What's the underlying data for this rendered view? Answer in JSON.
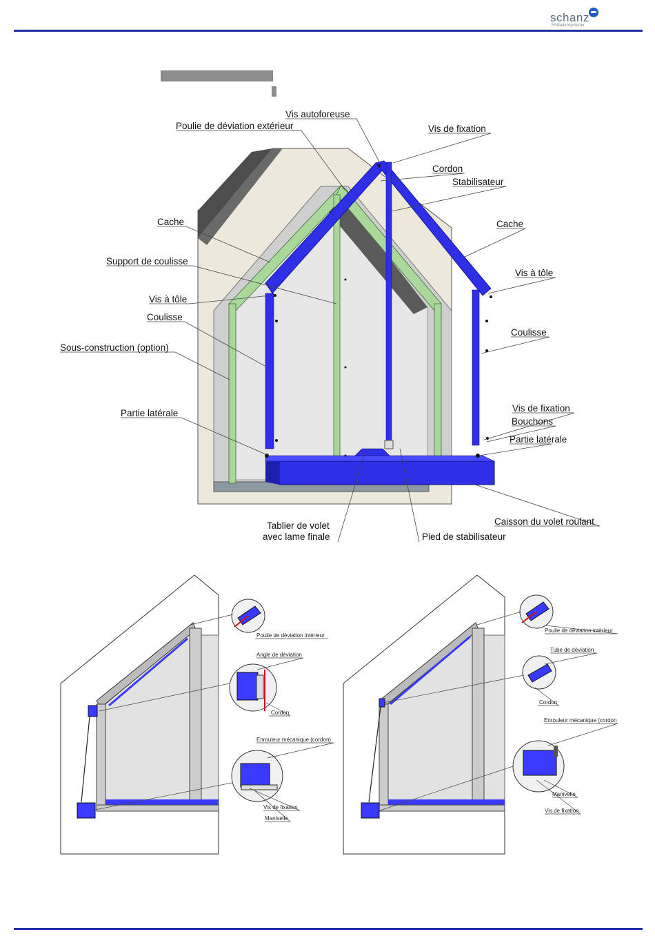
{
  "brand": {
    "name": "schanz",
    "tagline": "Rollladensysteme"
  },
  "main_labels": {
    "vis_autoforeuse": "Vis autoforeuse",
    "poulie_exterieur": "Poulie de déviation extérieur",
    "vis_fixation_top": "Vis de fixation",
    "cordon": "Cordon",
    "stabilisateur": "Stabilisateur",
    "cache_left": "Cache",
    "cache_right": "Cache",
    "support_coulisse": "Support de coulisse",
    "vis_tole_left": "Vis à tôle",
    "vis_tole_right": "Vis à tôle",
    "coulisse_left": "Coulisse",
    "coulisse_right": "Coulisse",
    "sous_construction": "Sous-construction (option)",
    "partie_laterale_left": "Partie latérale",
    "partie_laterale_right": "Partie latérale",
    "vis_fixation_right": "Vis de fixation",
    "bouchons": "Bouchons",
    "tablier_line1": "Tablier de volet",
    "tablier_line2": "avec lame finale",
    "pied_stabilisateur": "Pied de stabilisateur",
    "caisson": "Caisson du volet roulant"
  },
  "detail_left_labels": {
    "poulie_interieur": "Poulie de déviation intérieur",
    "angle_deviation": "Angle de déviation",
    "cordon": "Cordon",
    "enrouleur": "Enrouleur mécanique (cordon)",
    "vis_fixation": "Vis de fixation",
    "manivelle": "Manivelle"
  },
  "detail_right_labels": {
    "poulie_interieur": "Poulie de déviation intérieur",
    "tube_deviation": "Tube de déviation",
    "cordon": "Cordon",
    "enrouleur": "Enrouleur mécanique (cordon",
    "manivelle": "Manivelle",
    "vis_fixation": "Vis de fixation"
  },
  "colors": {
    "rule": "#1e2fa8",
    "blue_part": "#2f2fe8",
    "green_part": "#a9d89a",
    "wall": "#ece8dc",
    "roof": "#4a4a4a"
  }
}
